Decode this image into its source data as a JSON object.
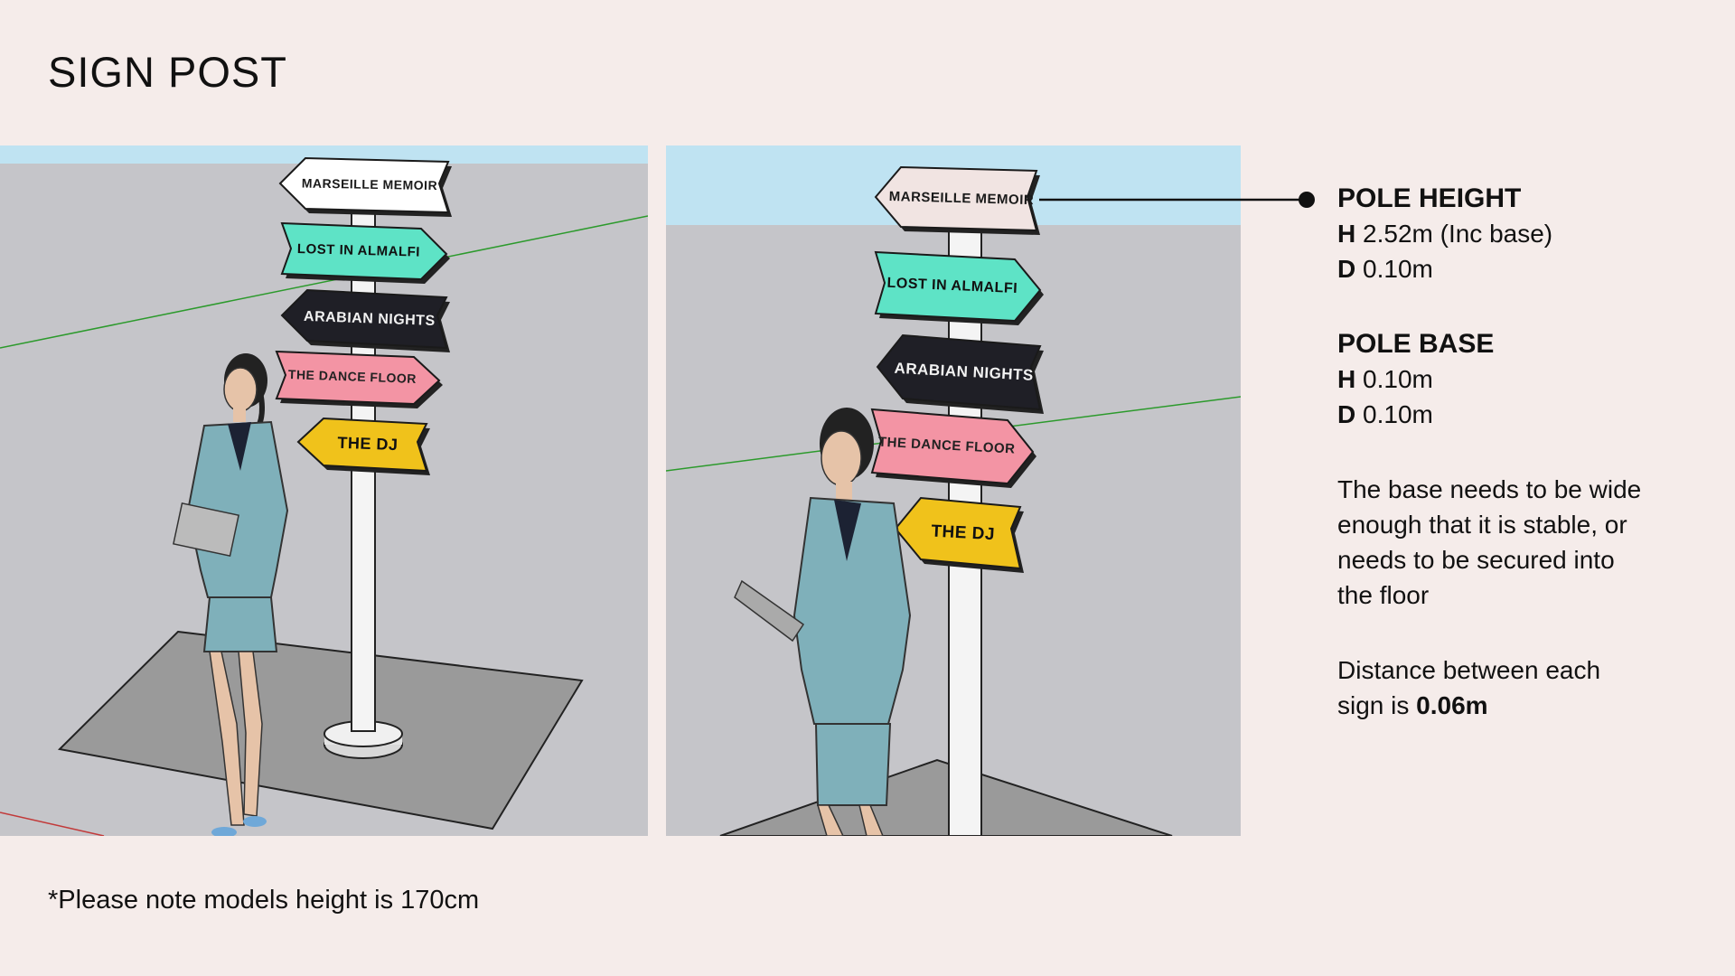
{
  "page": {
    "title": "SIGN POST"
  },
  "signs": [
    {
      "label": "MARSEILLE MEMOIR",
      "color": "#ffffff",
      "text_color": "#1a1a1a"
    },
    {
      "label": "LOST IN ALMALFI",
      "color": "#5ee3c6",
      "text_color": "#111111"
    },
    {
      "label": "ARABIAN NIGHTS",
      "color": "#1f1f26",
      "text_color": "#f2f2f2"
    },
    {
      "label": "THE DANCE FLOOR",
      "color": "#f394a4",
      "text_color": "#222222"
    },
    {
      "label": "THE DJ",
      "color": "#f0c21b",
      "text_color": "#111111"
    }
  ],
  "right_view_top_sign_color": "#f1e4e2",
  "colors": {
    "background": "#f5ecea",
    "sky": "#bfe3f2",
    "ground": "#c5c5c9",
    "floor_plate": "#9a9a9a",
    "pole": "#f4f4f4",
    "axis_green": "#2c9a2c",
    "axis_red": "#c23a3a",
    "jacket": "#7fb0ba"
  },
  "specs": {
    "pole_height": {
      "heading": "POLE HEIGHT",
      "h_key": "H",
      "h_val": "2.52m (Inc base)",
      "d_key": "D",
      "d_val": "0.10m"
    },
    "pole_base": {
      "heading": "POLE BASE",
      "h_key": "H",
      "h_val": "0.10m",
      "d_key": "D",
      "d_val": "0.10m"
    },
    "stability_note": "The base needs to be wide enough that it is stable, or needs to be secured into the floor",
    "distance_prefix": "Distance between each sign is ",
    "distance_value": "0.06m"
  },
  "footer_note": "*Please note models height is 170cm"
}
